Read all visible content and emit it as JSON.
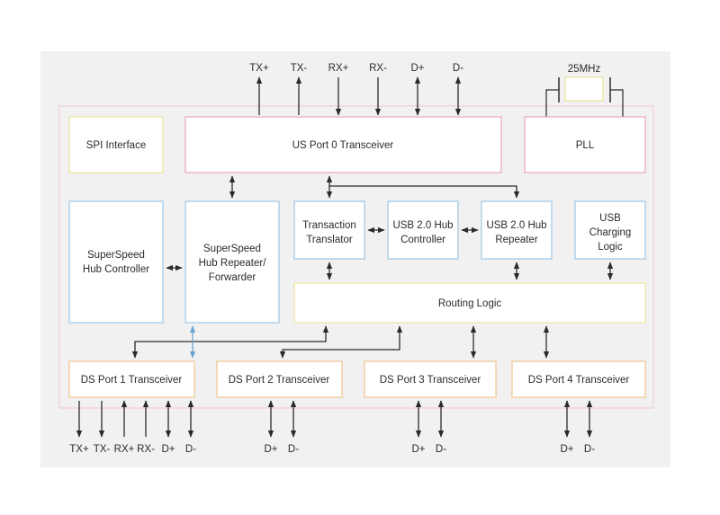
{
  "colors": {
    "background_panel": "#f1f1f1",
    "chip_border": "#f2c6cc",
    "pink": "#e8a6b3",
    "yellow": "#ece59a",
    "blue": "#9cc6e6",
    "orange": "#f0c48e",
    "line": "#2a2a2a"
  },
  "top_pins": [
    "TX+",
    "TX-",
    "RX+",
    "RX-",
    "D+",
    "D-"
  ],
  "crystal_label": "25MHz",
  "blocks": {
    "spi": "SPI Interface",
    "us_port0": "US Port 0 Transceiver",
    "pll": "PLL",
    "ss_hub_controller": [
      "SuperSpeed",
      "Hub Controller"
    ],
    "ss_hub_repeater": [
      "SuperSpeed",
      "Hub Repeater/",
      "Forwarder"
    ],
    "transaction_translator": [
      "Transaction",
      "Translator"
    ],
    "usb2_hub_controller": [
      "USB 2.0 Hub",
      "Controller"
    ],
    "usb2_hub_repeater": [
      "USB 2.0 Hub",
      "Repeater"
    ],
    "usb_charging": [
      "USB",
      "Charging",
      "Logic"
    ],
    "routing_logic": "Routing Logic",
    "ds1": "DS Port 1 Transceiver",
    "ds2": "DS Port 2 Transceiver",
    "ds3": "DS Port 3 Transceiver",
    "ds4": "DS Port 4 Transceiver"
  },
  "bottom_pins": {
    "ds1": [
      "TX+",
      "TX-",
      "RX+",
      "RX-",
      "D+",
      "D-"
    ],
    "ds2": [
      "D+",
      "D-"
    ],
    "ds3": [
      "D+",
      "D-"
    ],
    "ds4": [
      "D+",
      "D-"
    ]
  }
}
